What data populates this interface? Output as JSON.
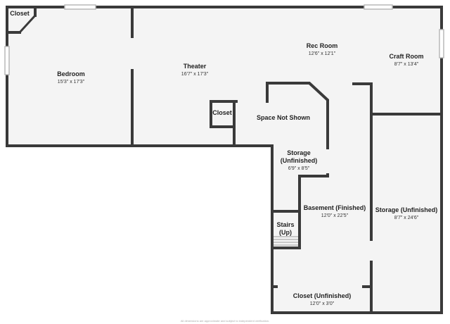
{
  "rooms": {
    "closet_top_left": {
      "name": "Closet"
    },
    "bedroom": {
      "name": "Bedroom",
      "dims": "15'3\" x 17'3\""
    },
    "theater": {
      "name": "Theater",
      "dims": "16'7\" x 17'3\""
    },
    "rec_room": {
      "name": "Rec Room",
      "dims": "12'6\" x 12'1\""
    },
    "craft_room": {
      "name": "Craft Room",
      "dims": "8'7\" x 13'4\""
    },
    "closet_center": {
      "name": "Closet"
    },
    "space_not_shown": {
      "name": "Space Not Shown"
    },
    "storage_small": {
      "name_line1": "Storage",
      "name_line2": "(Unfinished)",
      "dims": "6'9\" x 8'5\""
    },
    "basement": {
      "name": "Basement (Finished)",
      "dims": "12'0\" x 22'5\""
    },
    "storage_large": {
      "name": "Storage (Unfinished)",
      "dims": "8'7\" x 24'6\""
    },
    "stairs": {
      "name_line1": "Stairs",
      "name_line2": "(Up)"
    },
    "closet_bottom": {
      "name": "Closet (Unfinished)",
      "dims": "12'0\" x 3'0\""
    }
  },
  "footnote": "All dimensions are approximate and subject to independent verification."
}
